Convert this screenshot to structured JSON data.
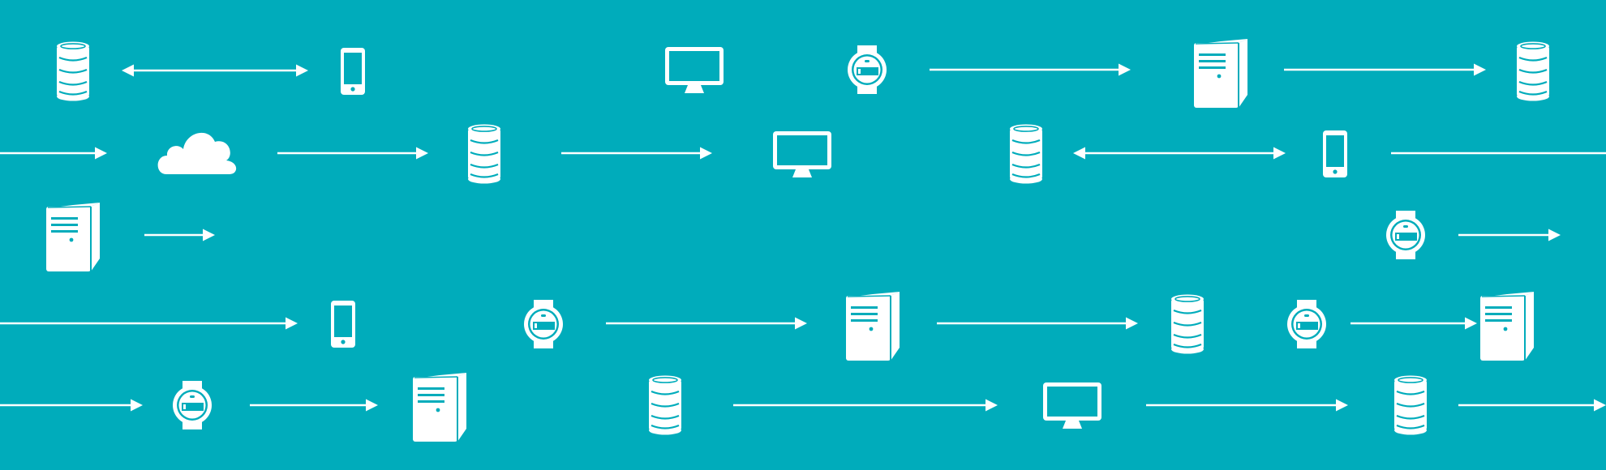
{
  "diagram": {
    "background_color": "#00acbb",
    "foreground_color": "#ffffff",
    "nodes": [
      {
        "type": "database-icon"
      },
      {
        "type": "phone-icon"
      },
      {
        "type": "monitor-icon"
      },
      {
        "type": "smartwatch-icon"
      },
      {
        "type": "server-icon"
      },
      {
        "type": "database-icon"
      },
      {
        "type": "cloud-icon"
      },
      {
        "type": "database-icon"
      },
      {
        "type": "monitor-icon"
      },
      {
        "type": "database-icon"
      },
      {
        "type": "phone-icon"
      },
      {
        "type": "server-icon"
      },
      {
        "type": "smartwatch-icon"
      },
      {
        "type": "phone-icon"
      },
      {
        "type": "smartwatch-icon"
      },
      {
        "type": "server-icon"
      },
      {
        "type": "database-icon"
      },
      {
        "type": "smartwatch-icon"
      },
      {
        "type": "server-icon"
      },
      {
        "type": "smartwatch-icon"
      },
      {
        "type": "server-icon"
      },
      {
        "type": "database-icon"
      },
      {
        "type": "monitor-icon"
      },
      {
        "type": "database-icon"
      }
    ],
    "connections": [
      {
        "direction": "both"
      },
      {
        "direction": "forward"
      },
      {
        "direction": "forward"
      },
      {
        "direction": "forward"
      },
      {
        "direction": "forward"
      },
      {
        "direction": "forward"
      },
      {
        "direction": "both"
      },
      {
        "direction": "none"
      },
      {
        "direction": "backward"
      },
      {
        "direction": "forward"
      },
      {
        "direction": "forward"
      },
      {
        "direction": "forward"
      },
      {
        "direction": "forward"
      },
      {
        "direction": "forward"
      },
      {
        "direction": "forward"
      },
      {
        "direction": "forward"
      },
      {
        "direction": "forward"
      },
      {
        "direction": "backward"
      },
      {
        "direction": "backward"
      }
    ]
  }
}
